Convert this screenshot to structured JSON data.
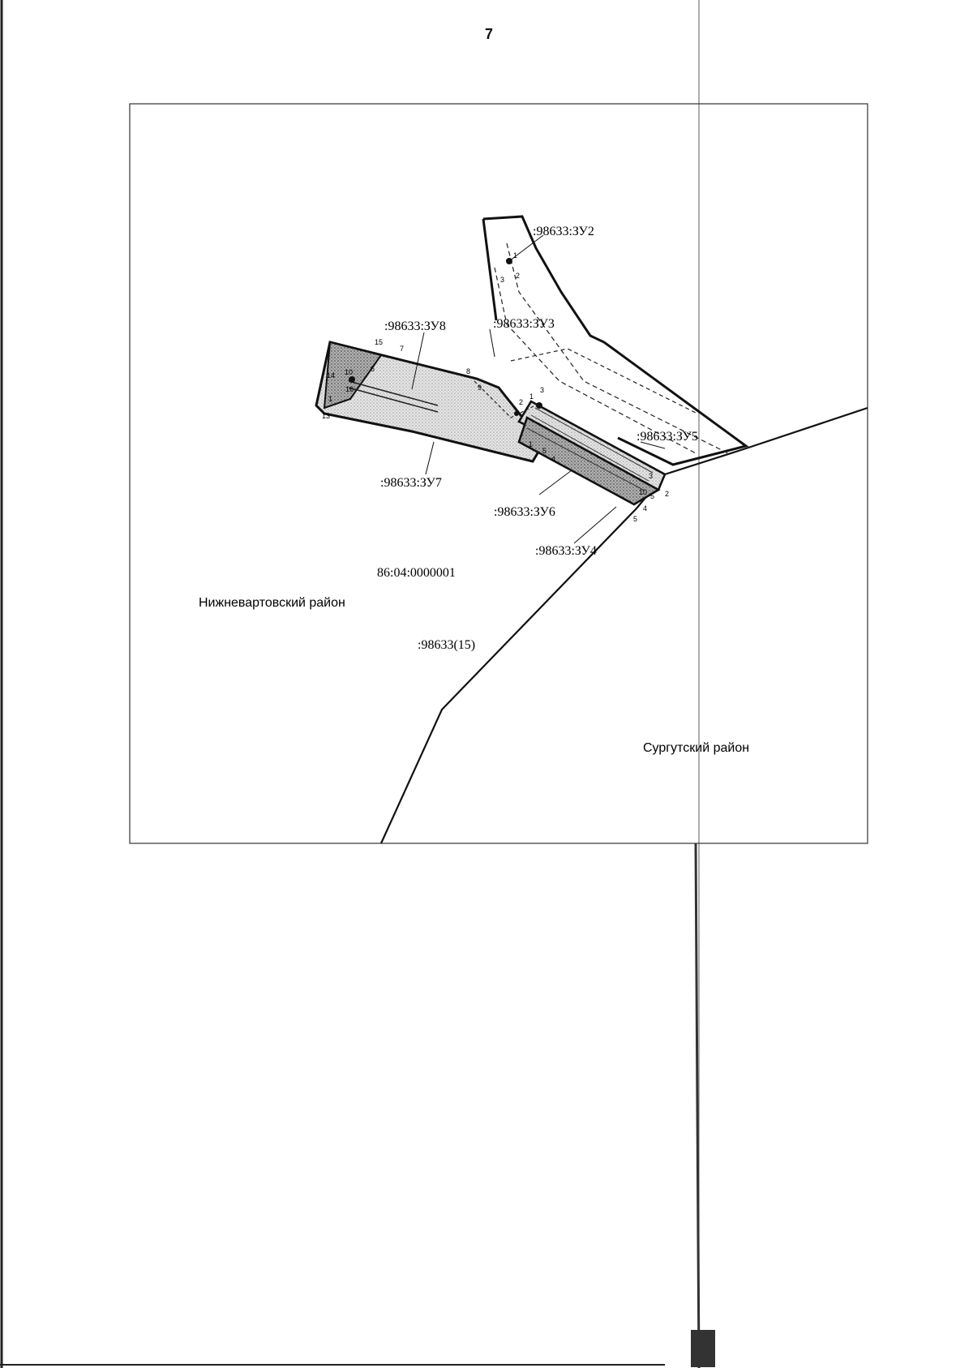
{
  "page": {
    "number": "7"
  },
  "map": {
    "quarter_number": "86:04:0000001",
    "district_left": "Нижневартовский район",
    "district_right": "Сургутский район",
    "parent_parcel": ":98633(15)",
    "plots": {
      "zu2": ":98633:ЗУ2",
      "zu3": ":98633:ЗУ3",
      "zu4": ":98633:ЗУ4",
      "zu5": ":98633:ЗУ5",
      "zu6": ":98633:ЗУ6",
      "zu7": ":98633:ЗУ7",
      "zu8": ":98633:ЗУ8"
    },
    "points": {
      "p1": "1",
      "p2": "2",
      "p3": "3",
      "p4": "4",
      "p5": "5",
      "p6": "6",
      "p7": "7",
      "p8": "8",
      "p9": "9",
      "p10": "10",
      "p13": "13",
      "p14": "14",
      "p15": "15",
      "p16": "16"
    }
  },
  "colors": {
    "line": "#111111",
    "shade": "#c8c8c8",
    "frame": "#333333"
  }
}
